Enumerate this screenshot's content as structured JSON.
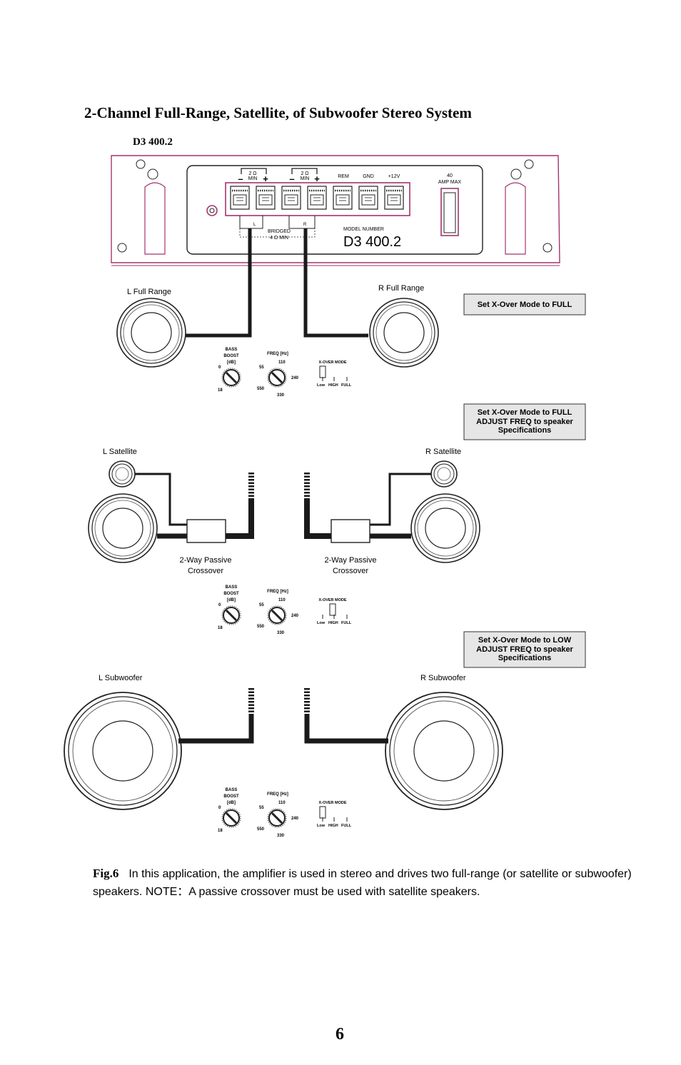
{
  "title": "2-Channel Full-Range, Satellite, of Subwoofer Stereo System",
  "model_label": "D3 400.2",
  "amplifier": {
    "ohm_min_1": "2 Ω",
    "ohm_min_2": "MIN",
    "minus": "–",
    "plus": "+",
    "rem": "REM",
    "gnd": "GND",
    "v12": "+12V",
    "amp_max_1": "40",
    "amp_max_2": "AMP MAX",
    "l": "L",
    "r": "R",
    "bridged_1": "BRIDGED",
    "bridged_2": "4 Ω MIN",
    "model_number_label": "MODEL NUMBER",
    "model_number": "D3 400.2"
  },
  "speakers": {
    "l_full": "L Full Range",
    "r_full": "R Full Range",
    "l_sat": "L Satellite",
    "r_sat": "R Satellite",
    "l_sub": "L Subwoofer",
    "r_sub": "R Subwoofer"
  },
  "crossover": {
    "line1": "2-Way Passive",
    "line2": "Crossover"
  },
  "notes": {
    "full": "Set X-Over Mode to FULL",
    "sat_1": "Set X-Over Mode to FULL",
    "sat_2": "ADJUST FREQ to speaker",
    "sat_3": "Specifications",
    "sub_1": "Set X-Over Mode to LOW",
    "sub_2": "ADJUST FREQ to speaker",
    "sub_3": "Specifications"
  },
  "controls": {
    "bass_boost_1": "BASS",
    "bass_boost_2": "BOOST",
    "bass_boost_3": "[dB]",
    "bb_min": "0",
    "bb_max": "18",
    "freq_label": "FREQ [Hz]",
    "f55": "55",
    "f110": "110",
    "f240": "240",
    "f330": "330",
    "f550": "550",
    "xover_label": "X-OVER MODE",
    "low": "Low",
    "high": "HIGH",
    "full": "FULL"
  },
  "caption": {
    "fig": "Fig.6",
    "text": "In this application, the amplifier is used in stereo and drives two full-range  (or satellite or subwoofer) speakers. NOTE：A passive crossover must be used with satellite speakers."
  },
  "page_number": "6",
  "colors": {
    "amp_outline": "#a3346e",
    "wire": "#1a1a1a",
    "note_bg": "#e6e6e6"
  }
}
